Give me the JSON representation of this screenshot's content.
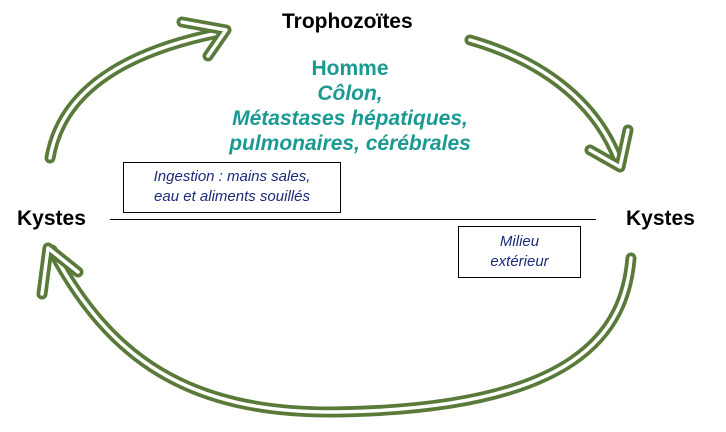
{
  "diagram": {
    "top_node": "Trophozoïtes",
    "left_node": "Kystes",
    "right_node": "Kystes",
    "host": {
      "title": "Homme",
      "sites": [
        "Côlon,",
        "Métastases hépatiques,",
        "pulmonaires, cérébrales"
      ]
    },
    "ingestion_box": [
      "Ingestion :  mains sales,",
      "eau et aliments souillés"
    ],
    "environment_box": [
      "Milieu",
      "extérieur"
    ]
  },
  "colors": {
    "arrow": "#5a7a3a",
    "host_text": "#1a9a92",
    "box_text": "#1c2a7a"
  }
}
